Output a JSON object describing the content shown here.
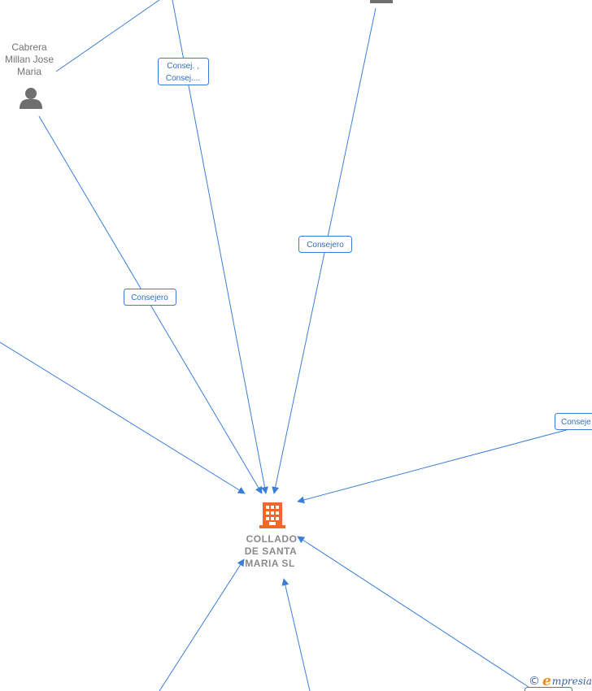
{
  "nodes": {
    "person_cabrera": {
      "line1": "Cabrera",
      "line2": "Millan Jose",
      "line3": "Maria",
      "icon": "person-icon"
    },
    "company": {
      "line1": "COLLADO",
      "line2": "DE SANTA",
      "line3": "MARIA  SL",
      "icon": "building-icon",
      "color": "#f2682a"
    }
  },
  "edge_labels": {
    "consej_multi_1": "Consej. ,",
    "consej_multi_2": "Consej....",
    "consejero_top": "Consejero",
    "consejero_left": "Consejero",
    "consejero_right": "Conseje"
  },
  "colors": {
    "edge": "#3a7fd5",
    "person": "#6f6f6f",
    "company": "#f2682a"
  },
  "watermark": {
    "copyright": "©",
    "brand_initial": "e",
    "brand_rest": "mpresia"
  }
}
